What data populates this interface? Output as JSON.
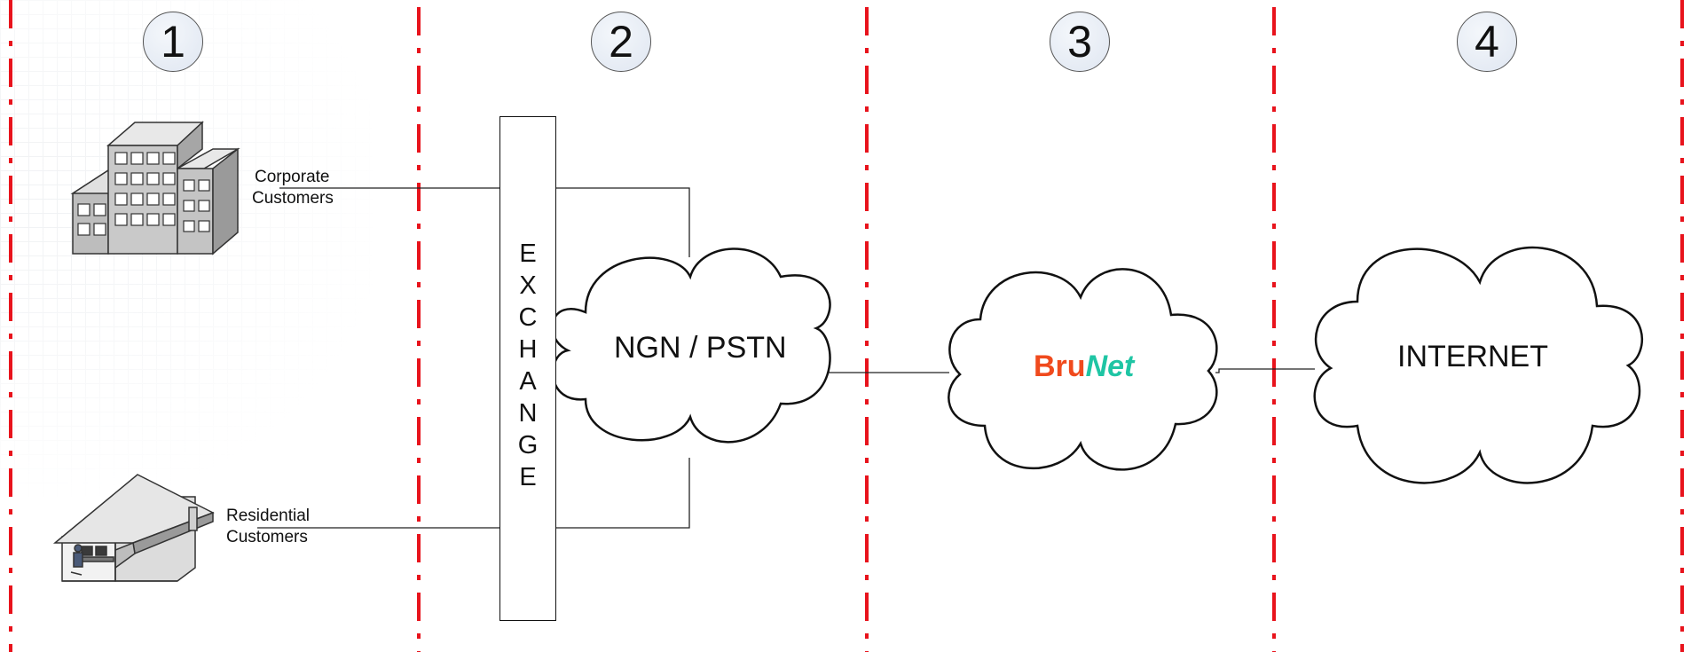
{
  "zones": [
    {
      "number": "1"
    },
    {
      "number": "2"
    },
    {
      "number": "3"
    },
    {
      "number": "4"
    }
  ],
  "customers": {
    "corporate_line1": "Corporate",
    "corporate_line2": "Customers",
    "residential_line1": "Residential",
    "residential_line2": "Customers"
  },
  "exchange": {
    "letters": [
      "E",
      "X",
      "C",
      "H",
      "A",
      "N",
      "G",
      "E"
    ]
  },
  "clouds": {
    "ngn": "NGN / PSTN",
    "brunet_part1": "Bru",
    "brunet_part2": "Net",
    "internet": "INTERNET"
  },
  "colors": {
    "divider": "#e8131c",
    "bru": "#f04a1d",
    "net": "#1fc5a4"
  }
}
